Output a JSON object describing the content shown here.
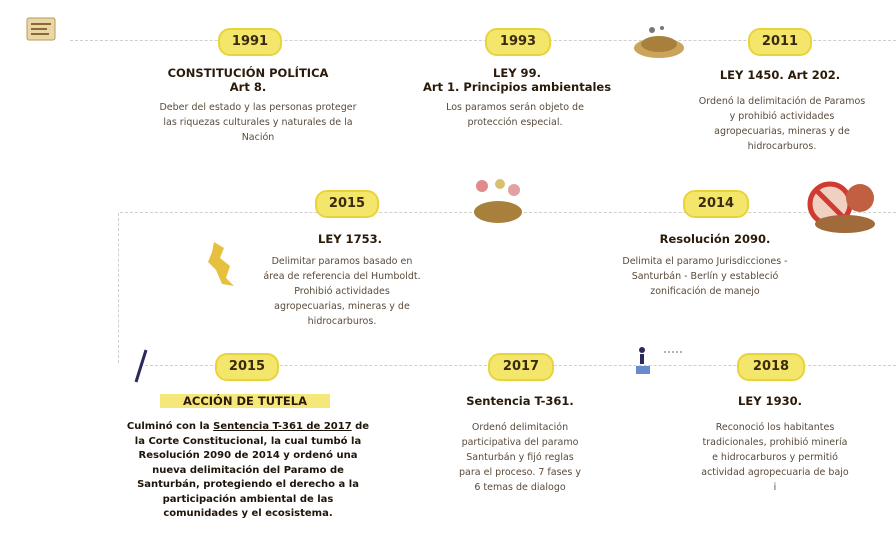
{
  "events": [
    {
      "year": "1991",
      "title": "CONSTITUCIÓN POLÍTICA",
      "title2": "Art 8.",
      "desc": "Deber del estado y las personas proteger las riquezas culturales y naturales de la Nación"
    },
    {
      "year": "1993",
      "title": "LEY 99.",
      "title2": "Art 1. Principios ambientales",
      "desc": "Los paramos serán objeto de protección especial."
    },
    {
      "year": "2011",
      "title": "LEY 1450. Art 202.",
      "title2": "",
      "desc": "Ordenó la delimitación de Paramos y prohibió actividades agropecuarias, mineras y de hidrocarburos."
    },
    {
      "year": "2015",
      "title": "LEY 1753.",
      "title2": "",
      "desc": "Delimitar paramos basado en área de referencia del Humboldt. Prohibió actividades agropecuarias, mineras y de hidrocarburos."
    },
    {
      "year": "2014",
      "title": "Resolución 2090.",
      "title2": "",
      "desc": "Delimita el paramo Jurisdicciones - Santurbán - Berlín y estableció zonificación de manejo"
    },
    {
      "year": "2015",
      "title": "ACCIÓN DE TUTELA",
      "title2": "",
      "desc_pre": "Culminó con la ",
      "desc_link": "Sentencia T-361 de 2017",
      "desc_post": " de la Corte Constitucional, la cual tumbó la Resolución 2090 de 2014 y ordenó una nueva delimitación del Paramo de Santurbán, protegiendo el derecho a la participación ambiental de las comunidades y el ecosistema."
    },
    {
      "year": "2017",
      "title": "Sentencia T-361.",
      "title2": "",
      "desc": "Ordenó delimitación participativa del paramo Santurbán y fijó reglas para el proceso. 7 fases y 6 temas de dialogo"
    },
    {
      "year": "2018",
      "title": "LEY 1930.",
      "title2": "",
      "desc": "Reconoció los habitantes tradicionales, prohibió minería e hidrocarburos y permitió actividad agropecuaria de bajo i"
    }
  ],
  "icon_names": [
    "document-icon",
    "landscape-icon",
    "flowers-icon",
    "prohibited-icon",
    "map-icon",
    "pen-icon",
    "person-icon"
  ]
}
